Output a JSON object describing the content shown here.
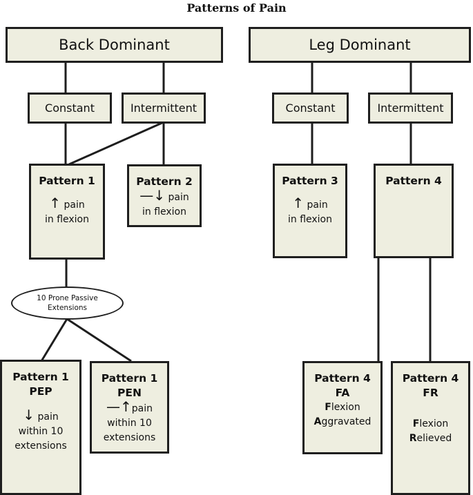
{
  "title": "Patterns of Pain",
  "back": {
    "label": "Back Dominant",
    "constant": "Constant",
    "intermittent": "Intermittent",
    "p1": {
      "name": "Pattern 1",
      "arrow": "↑",
      "l1": "pain",
      "l2": "in flexion"
    },
    "p2": {
      "name": "Pattern 2",
      "arrow": "—↓",
      "l1": "pain",
      "l2": "in flexion"
    },
    "test": {
      "l1": "10 Prone Passive",
      "l2": "Extensions"
    },
    "pep": {
      "name": "Pattern 1",
      "code": "PEP",
      "arrow": "↓",
      "l1": "pain",
      "l2": "within 10",
      "l3": "extensions"
    },
    "pen": {
      "name": "Pattern 1",
      "code": "PEN",
      "arrow": "—↑",
      "l1": "pain",
      "l2": "within 10",
      "l3": "extensions"
    }
  },
  "leg": {
    "label": "Leg Dominant",
    "constant": "Constant",
    "intermittent": "Intermittent",
    "p3": {
      "name": "Pattern 3",
      "arrow": "↑",
      "l1": "pain",
      "l2": "in flexion"
    },
    "p4": {
      "name": "Pattern 4"
    },
    "fa": {
      "name": "Pattern 4",
      "code": "FA",
      "w1_first": "F",
      "w1_rest": "lexion",
      "w2_first": "A",
      "w2_rest": "ggravated"
    },
    "fr": {
      "name": "Pattern 4",
      "code": "FR",
      "w1_first": "F",
      "w1_rest": "lexion",
      "w2_first": "R",
      "w2_rest": "elieved"
    }
  },
  "colors": {
    "box_fill": "#eeeee0",
    "border": "#1e1e1e"
  }
}
